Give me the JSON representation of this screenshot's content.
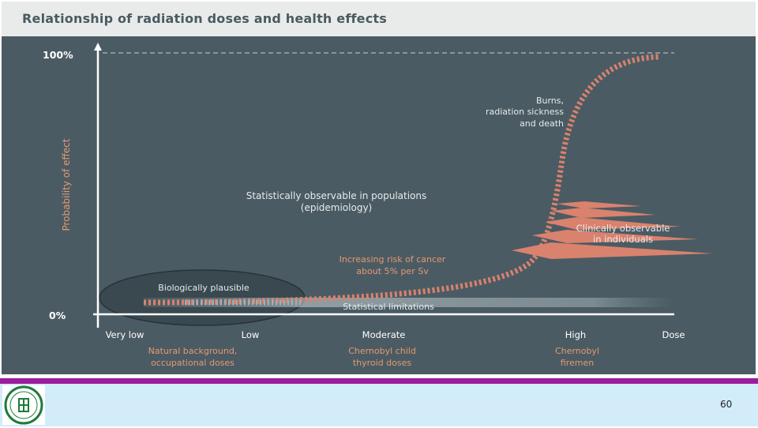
{
  "title": "Relationship of radiation doses and health effects",
  "y_axis": {
    "label": "Probability of effect",
    "top_tick": "100%",
    "bottom_tick": "0%"
  },
  "x_axis": {
    "ticks": [
      "Very low",
      "Low",
      "Moderate",
      "High",
      "Dose"
    ]
  },
  "x_annotations": [
    [
      "Natural background,",
      "occupational doses"
    ],
    [
      "Chernobyl child",
      "thyroid doses"
    ],
    [
      "Chernobyl",
      "firemen"
    ]
  ],
  "annotations": {
    "burns": [
      "Burns,",
      "radiation sickness",
      "and death"
    ],
    "populations": [
      "Statistically observable in populations",
      "(epidemiology)"
    ],
    "individuals": [
      "Clinically observable",
      "in individuals"
    ],
    "cancer": [
      "Increasing risk of cancer",
      "about 5% per Sv"
    ],
    "plausible": "Biologically plausible",
    "limitations": "Statistical limitations"
  },
  "colors": {
    "background": "#4b5b63",
    "curve": "#d9826e",
    "accent_text": "#e39a72",
    "label_text": "#e6ebec",
    "footer_bar": "#9b1c9f",
    "footer": "#d3ecfa"
  },
  "page_number": "60",
  "logo_icon": "institution-seal-icon"
}
